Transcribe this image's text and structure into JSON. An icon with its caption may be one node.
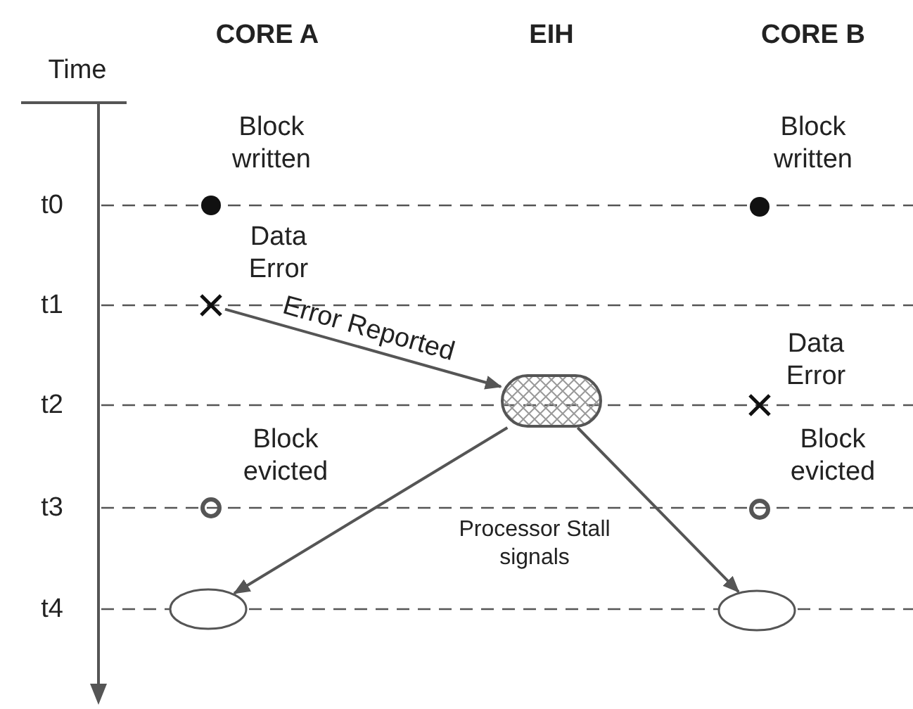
{
  "diagram": {
    "nodes": [
      {
        "text": [],
        "shape": "cross",
        "beside": [
          "Data Error"
        ]
      },
      {
        "text": [],
        "shape": "box"
      },
      {
        "text": [],
        "shape": "ellipse"
      },
      {
        "text": [],
        "shape": "ellipse"
      }
    ],
    "edges": [
      {
        "from": 0,
        "to": 1,
        "arrow": "to",
        "label": "Error Reported"
      },
      {
        "from": 1,
        "to": 2,
        "arrow": "to"
      },
      {
        "from": 1,
        "to": 3,
        "arrow": "to"
      }
    ],
    "labels": [
      "CORE A",
      "EIH",
      "CORE B",
      "Time",
      "Block written",
      "Block written",
      "t0",
      "t1",
      "Data Error",
      "t2",
      "Block evicted",
      "Block evicted",
      "t3",
      "Processor Stall signals",
      "t4"
    ]
  }
}
